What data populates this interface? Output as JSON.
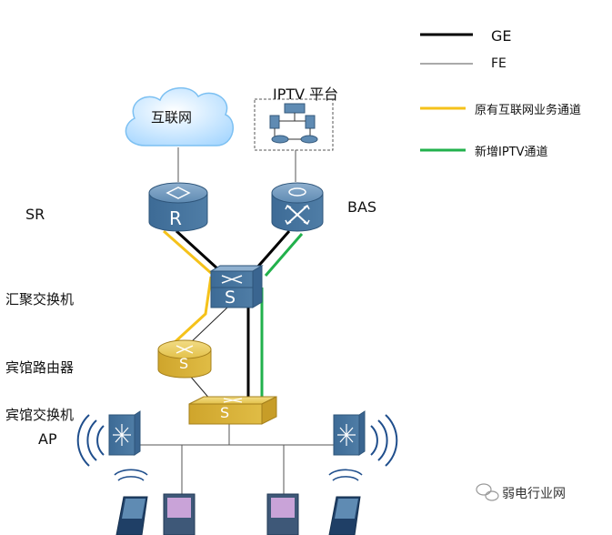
{
  "legend": {
    "ge": "GE",
    "fe": "FE",
    "internet_channel": "原有互联网业务通道",
    "iptv_channel": "新增IPTV通道"
  },
  "colors": {
    "ge_line": "#000000",
    "fe_line": "#555555",
    "internet_channel": "#f5c21a",
    "iptv_channel": "#22b14c",
    "device_blue": "#4f7da6",
    "device_gold": "#e3c14a",
    "cloud": "#bfe3ff"
  },
  "nodes": {
    "cloud": "互联网",
    "iptv_platform": "IPTV 平台",
    "sr_label": "SR",
    "sr_glyph": "R",
    "bas_label": "BAS",
    "agg_switch_label": "汇聚交换机",
    "agg_switch_glyph": "S",
    "hotel_router_label": "宾馆路由器",
    "hotel_router_glyph": "S",
    "hotel_switch_label": "宾馆交换机",
    "hotel_switch_glyph": "S",
    "ap_label": "AP"
  },
  "icons": [
    "cloud-icon",
    "router-icon",
    "bas-icon",
    "switch-icon",
    "access-point-icon",
    "wireless-signal-icon",
    "pc-icon",
    "laptop-icon",
    "wechat-icon"
  ],
  "watermark": "弱电行业网"
}
